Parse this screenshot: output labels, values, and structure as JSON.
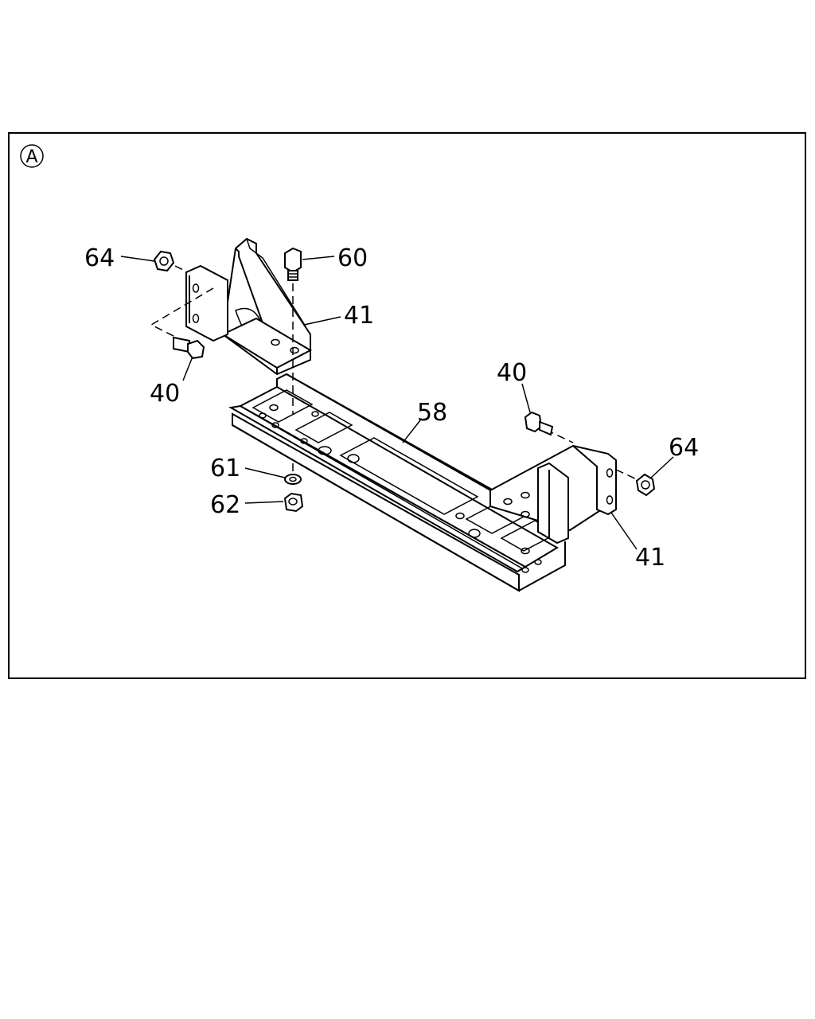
{
  "view_marker": "A",
  "callouts": {
    "c64_left": "64",
    "c60": "60",
    "c41_left": "41",
    "c40_left": "40",
    "c58": "58",
    "c40_right": "40",
    "c64_right": "64",
    "c61": "61",
    "c62": "62",
    "c41_right": "41"
  }
}
